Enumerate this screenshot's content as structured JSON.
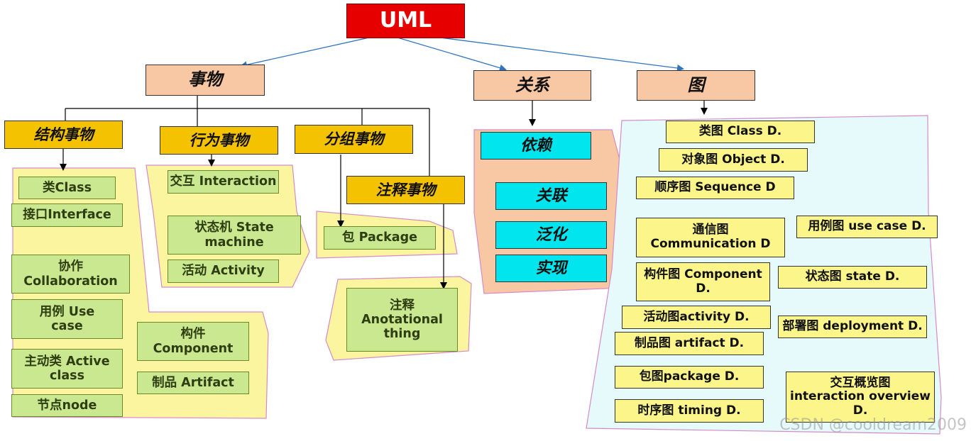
{
  "root": "UML",
  "categories": {
    "things": "事物",
    "relations": "关系",
    "diagrams": "图"
  },
  "thing_groups": {
    "structural": "结构事物",
    "behavioral": "行为事物",
    "grouping": "分组事物",
    "annotation": "注释事物"
  },
  "structural_items": {
    "class": "类Class",
    "interface": "接口Interface",
    "collaboration": "协作\nCollaboration",
    "use_case": "用例        Use\ncase",
    "active_class": "主动类  Active\nclass",
    "node": "节点node",
    "component": "构件\nComponent",
    "artifact": "制品    Artifact"
  },
  "behavioral_items": {
    "interaction": "交互 Interaction",
    "state_machine": "状态机        State\nmachine",
    "activity": "活动 Activity"
  },
  "grouping_items": {
    "package": "包 Package"
  },
  "annotation_items": {
    "note": "注释\nAnotational\nthing"
  },
  "relation_items": {
    "dependency": "依赖",
    "association": "关联",
    "generalization": "泛化",
    "realization": "实现"
  },
  "diagram_items": {
    "class_d": "类图 Class D.",
    "object_d": "对象图 Object D.",
    "sequence_d": "顺序图      Sequence D",
    "communication_d": "通信图\nCommunication D",
    "use_case_d": "用例图 use case D.",
    "component_d": "构件图 Component\nD.",
    "state_d": "状态图 state D.",
    "activity_d": "活动图activity D.",
    "deployment_d": "部署图 deployment D.",
    "artifact_d": "制品图 artifact D.",
    "package_d": "包图package D.",
    "interaction_overview_d": "交互概览图\ninteraction overview\nD.",
    "timing_d": "时序图 timing D."
  },
  "watermark": "CSDN @cooldream2009",
  "colors": {
    "root": "#e60000",
    "category": "#f8c8a4",
    "group": "#f5c200",
    "relation_box": "#00e5ee",
    "item_green": "#c9e88f",
    "item_yellow": "#fbf58a",
    "blob_yellow": "#fbf5a0",
    "blob_peach": "#f8c8a4",
    "blob_cyan": "#e6f9fb",
    "arrow_blue": "#2f74c0"
  }
}
